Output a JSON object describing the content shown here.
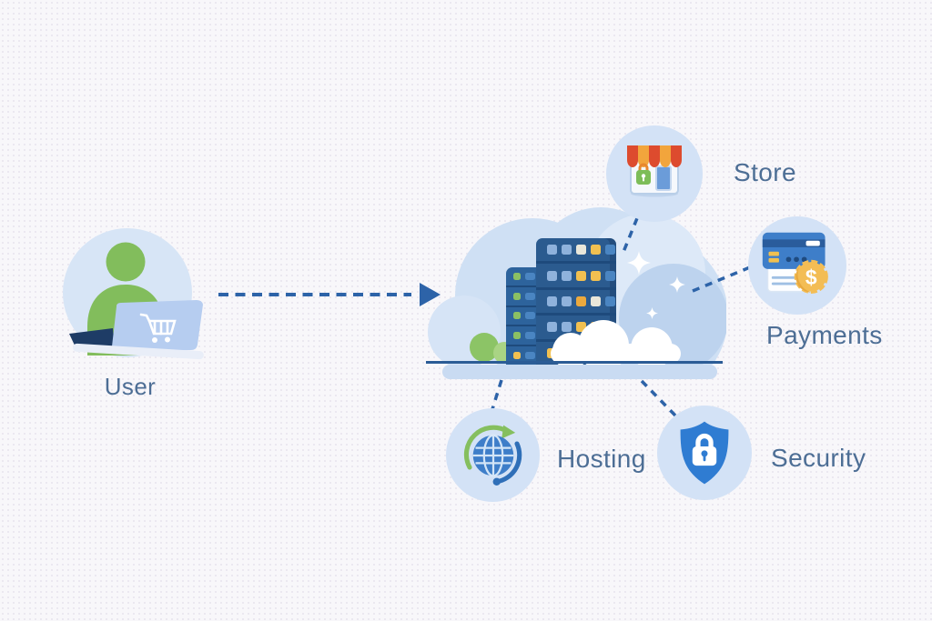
{
  "title": "E-commerce cloud hosting illustration",
  "nodes": {
    "user": {
      "label": "User",
      "icon": "person-laptop-cart-icon"
    },
    "cloud": {
      "icon": "cloud-servers-icon"
    },
    "store": {
      "label": "Store",
      "icon": "storefront-icon"
    },
    "payments": {
      "label": "Payments",
      "icon": "credit-card-dollar-badge-icon"
    },
    "hosting": {
      "label": "Hosting",
      "icon": "globe-sync-arrows-icon"
    },
    "security": {
      "label": "Security",
      "icon": "shield-lock-icon"
    }
  },
  "connections": [
    {
      "from": "user",
      "to": "cloud",
      "style": "dashed-arrow"
    },
    {
      "from": "cloud",
      "to": "store",
      "style": "dashed"
    },
    {
      "from": "cloud",
      "to": "payments",
      "style": "dashed"
    },
    {
      "from": "cloud",
      "to": "hosting",
      "style": "dashed"
    },
    {
      "from": "cloud",
      "to": "security",
      "style": "dashed"
    }
  ],
  "colors": {
    "background": "#f8f7fa",
    "label_text": "#4d6e95",
    "dash_blue": "#2d63a8",
    "circle_fill": "#d3e2f6",
    "cloud_fill": "#cfe0f4",
    "server_navy": "#2b5b8f",
    "accent_green": "#85bd5f",
    "accent_yellow": "#f2c14e",
    "awning_red": "#dd4b2e",
    "awning_orange": "#f2a53c",
    "shield_blue": "#2f7cd2",
    "globe_blue": "#3e7ec9"
  }
}
